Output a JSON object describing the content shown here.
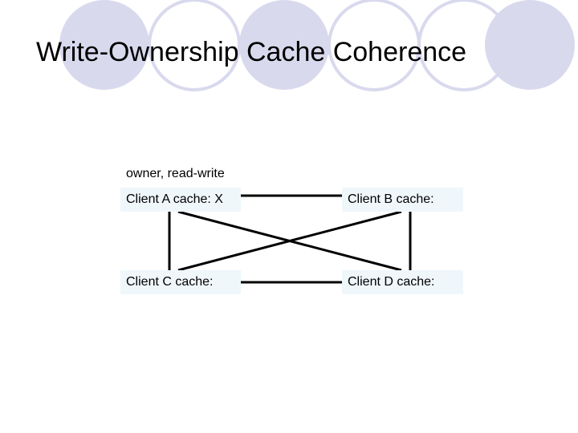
{
  "slide": {
    "title": "Write-Ownership Cache Coherence",
    "owner_note": "owner, read-write",
    "clients": {
      "a": "Client A cache: X",
      "b": "Client B cache:",
      "c": "Client C cache:",
      "d": "Client D cache:"
    }
  },
  "colors": {
    "background": "#ffffff",
    "decor_circle_fill": "#d9d9ee",
    "decor_circle_stroke": "#ffffff",
    "box_fill": "#eff7fb",
    "line": "#000000"
  }
}
